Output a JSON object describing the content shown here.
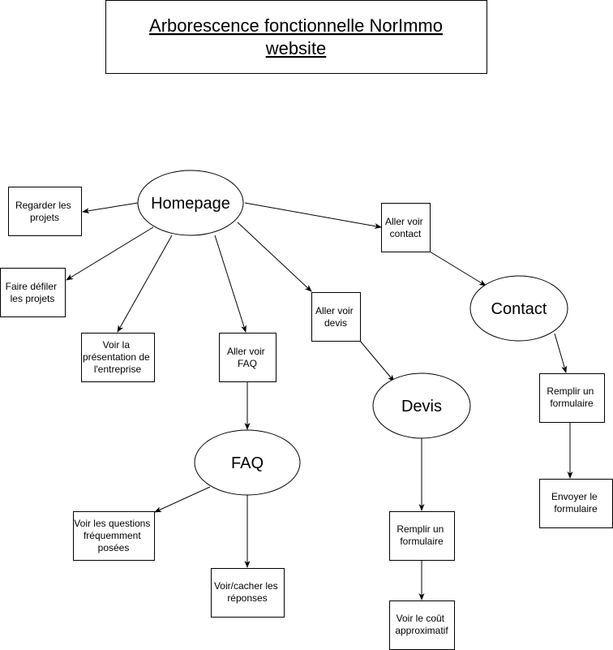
{
  "title": {
    "line1": "Arborescence fonctionnelle NorImmo",
    "line2": "website"
  },
  "ellipses": {
    "homepage": "Homepage",
    "contact": "Contact",
    "devis": "Devis",
    "faq": "FAQ"
  },
  "boxes": {
    "regarder_projets": [
      "Regarder les",
      "projets"
    ],
    "faire_defiler": [
      "Faire défiler",
      "les projets"
    ],
    "voir_presentation": [
      "Voir la",
      "présentation de",
      "l'entreprise"
    ],
    "aller_faq": [
      "Aller voir",
      "FAQ"
    ],
    "aller_devis": [
      "Aller voir",
      "devis"
    ],
    "aller_contact": [
      "Aller voir",
      "contact"
    ],
    "remplir_contact": [
      "Remplir un",
      "formulaire"
    ],
    "envoyer_formulaire": [
      "Envoyer le",
      "formulaire"
    ],
    "remplir_devis": [
      "Remplir un",
      "formulaire"
    ],
    "voir_cout": [
      "Voir le coût",
      "approximatif"
    ],
    "questions_frequentes": [
      "Voir les questions",
      "fréquemment",
      "posées"
    ],
    "voir_cacher": [
      "Voir/cacher les",
      "réponses"
    ]
  }
}
